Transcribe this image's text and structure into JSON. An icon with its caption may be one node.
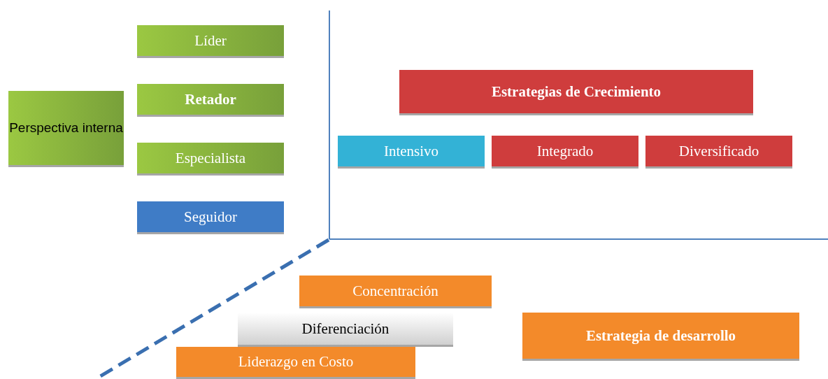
{
  "diagram": {
    "nodes": [
      {
        "text": [
          "Perspectiva interna"
        ]
      },
      {
        "text": [
          "Líder"
        ]
      },
      {
        "text": [
          "Retador"
        ]
      },
      {
        "text": [
          "Especialista"
        ]
      },
      {
        "text": [
          "Seguidor"
        ]
      },
      {
        "text": [
          "Estrategias de Crecimiento"
        ]
      },
      {
        "text": [
          "Intensivo"
        ]
      },
      {
        "text": [
          "Integrado"
        ]
      },
      {
        "text": [
          "Diversificado"
        ]
      },
      {
        "text": [
          "Concentración"
        ]
      },
      {
        "text": [
          "Diferenciación"
        ]
      },
      {
        "text": [
          "Liderazgo en Costo"
        ]
      },
      {
        "text": [
          "Estrategia de desarrollo"
        ]
      }
    ],
    "edges": []
  }
}
